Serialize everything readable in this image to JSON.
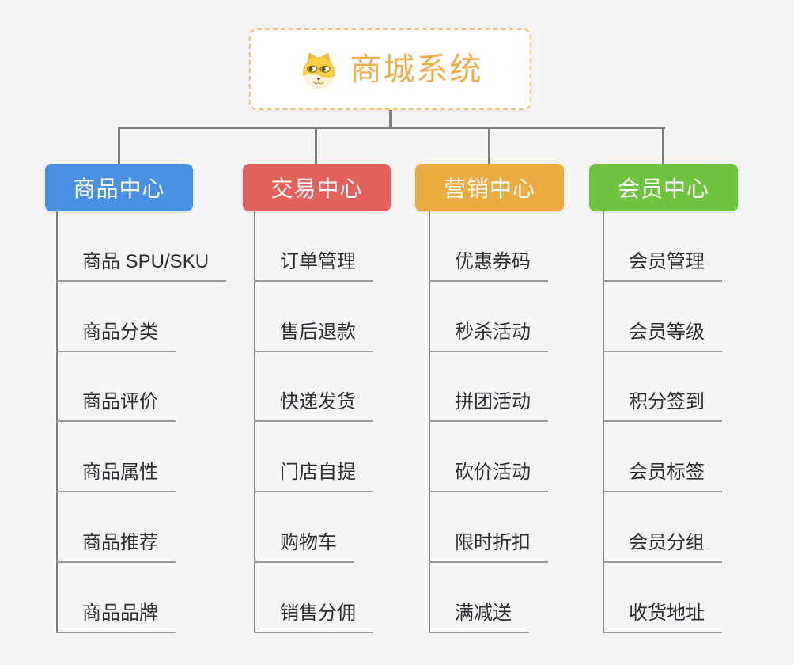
{
  "root": {
    "title": "商城系统",
    "icon": "doge-face-icon"
  },
  "branches": [
    {
      "label": "商品中心",
      "color": "#4a90e2",
      "children": [
        "商品 SPU/SKU",
        "商品分类",
        "商品评价",
        "商品属性",
        "商品推荐",
        "商品品牌"
      ]
    },
    {
      "label": "交易中心",
      "color": "#e4605a",
      "children": [
        "订单管理",
        "售后退款",
        "快递发货",
        "门店自提",
        "购物车",
        "销售分佣"
      ]
    },
    {
      "label": "营销中心",
      "color": "#ecab40",
      "children": [
        "优惠券码",
        "秒杀活动",
        "拼团活动",
        "砍价活动",
        "限时折扣",
        "满减送"
      ]
    },
    {
      "label": "会员中心",
      "color": "#6ec43e",
      "children": [
        "会员管理",
        "会员等级",
        "积分签到",
        "会员标签",
        "会员分组",
        "收货地址"
      ]
    }
  ],
  "colors": {
    "background": "#f5f5f6",
    "connector": "#7f7f7f",
    "underline": "#999999",
    "root_accent": "#f0ab4a",
    "root_border": "#f2c178",
    "leaf_text": "#2d2d33"
  }
}
